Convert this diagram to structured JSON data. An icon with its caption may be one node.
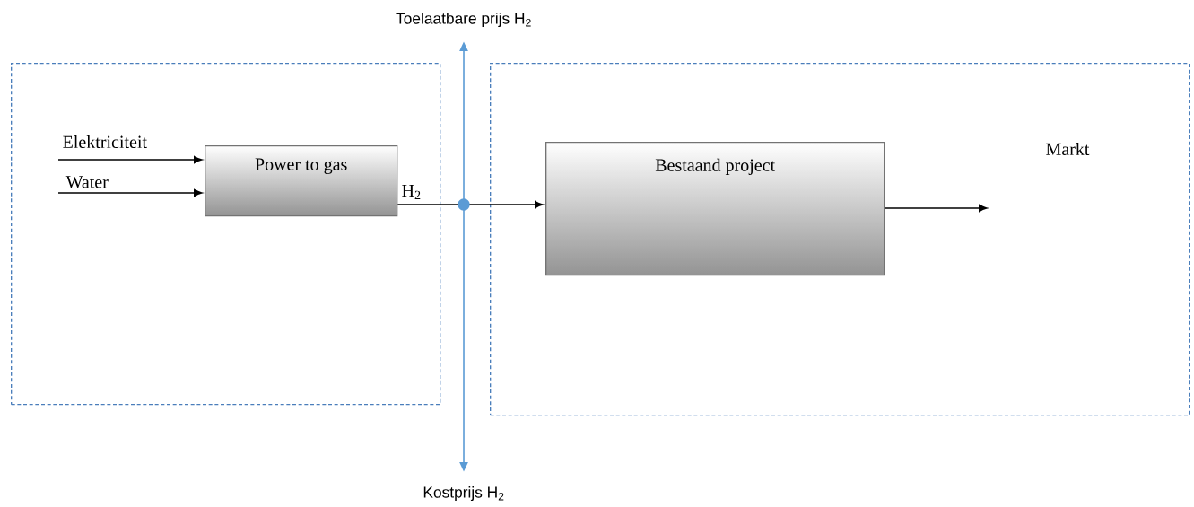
{
  "diagram": {
    "nodes": [
      {
        "text": [],
        "shape": "box"
      },
      {
        "text": [],
        "shape": "box"
      },
      {
        "text": [
          "Power to gas"
        ],
        "in": 0
      },
      {
        "text": [
          "Bestaand project"
        ],
        "in": 1
      },
      {
        "text": [
          "Toelaatbare prijs H$_{2}$"
        ]
      },
      {
        "text": [
          "Kostprijs H$_{2}$"
        ]
      }
    ],
    "edges": [
      {
        "from": null,
        "to": 2,
        "arrow": "to",
        "label": "Elektriciteit"
      },
      {
        "from": null,
        "to": 2,
        "arrow": "to",
        "label": "Water"
      },
      {
        "from": 2,
        "to": 3,
        "arrow": "to",
        "label": "H$_{2}$"
      },
      {
        "from": 3,
        "to": null,
        "arrow": "to"
      },
      {
        "from": 5,
        "to": 4,
        "arrow": "both",
        "color": "#5b9bd5"
      }
    ],
    "labels": [
      "Markt"
    ]
  }
}
